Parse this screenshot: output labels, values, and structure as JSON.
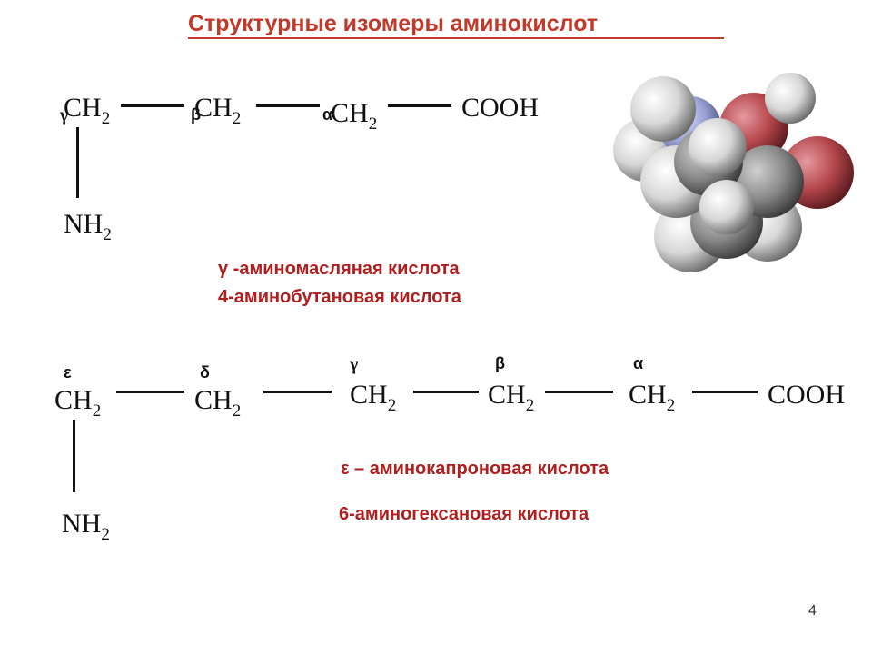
{
  "title": "Структурные изомеры аминокислот",
  "molecule1": {
    "groups": [
      "CH",
      "CH",
      "CH",
      "COOH"
    ],
    "sub": "2",
    "amino": "NH",
    "greek": [
      "γ",
      "β",
      "α"
    ],
    "names": [
      "γ -аминомасляная кислота",
      "4-аминобутановая кислота"
    ]
  },
  "molecule2": {
    "groups": [
      "CH",
      "CH",
      "CH",
      "CH",
      "CH",
      "COOH"
    ],
    "sub": "2",
    "amino": "NH",
    "greek": [
      "ε",
      "δ",
      "γ",
      "β",
      "α"
    ],
    "names": [
      "ε – аминокапроновая кислота",
      "6-аминогексановая кислота"
    ]
  },
  "model_icon": "space-filling-molecule-model",
  "colors": {
    "title": "#c0392b",
    "names": "#b01e1e",
    "carbon": "#8a8a8a",
    "hydrogen": "#e8e8e8",
    "oxygen": "#b5474c",
    "nitrogen": "#9ba3d6"
  },
  "page_number": "4"
}
